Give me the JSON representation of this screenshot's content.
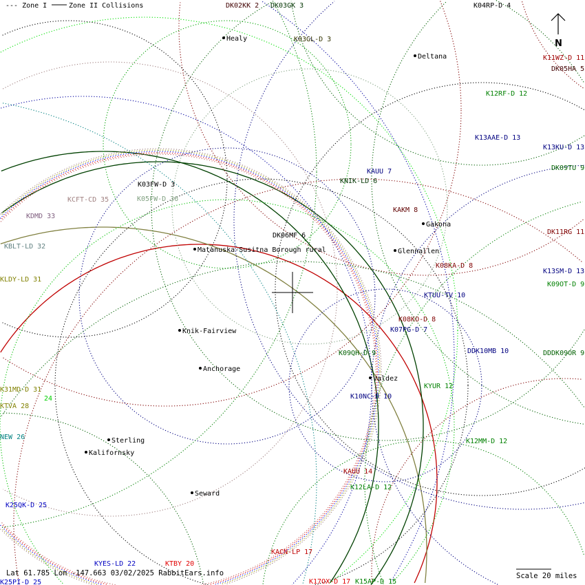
{
  "legend": {
    "zone1": "--- Zone I",
    "zone2": "Zone II Collisions"
  },
  "compass": {
    "label": "N"
  },
  "stations": [
    {
      "label": "DK02KK 2",
      "color": "#400000"
    },
    {
      "label": "DK03GK 3",
      "color": "#003300"
    },
    {
      "label": "K04RP-D 4",
      "color": "#000000"
    },
    {
      "label": "K03GL-D 3",
      "color": "#333300"
    },
    {
      "label": "K11WZ-D 11",
      "color": "#a00000"
    },
    {
      "label": "DK05HA 5",
      "color": "#400000"
    },
    {
      "label": "K12RF-D 12",
      "color": "#008000"
    },
    {
      "label": "K13AAE-D 13",
      "color": "#000080"
    },
    {
      "label": "K13KU-D 13",
      "color": "#000080"
    },
    {
      "label": "DK09TU 9",
      "color": "#006000"
    },
    {
      "label": "KAUU 7",
      "color": "#000080"
    },
    {
      "label": "KNIK-LD 6",
      "color": "#003300"
    },
    {
      "label": "K03FW-D 3",
      "color": "#000000"
    },
    {
      "label": "KCFT-CD 35",
      "color": "#a08080"
    },
    {
      "label": "K05FW-D 36",
      "color": "#80a080"
    },
    {
      "label": "KAKM 8",
      "color": "#600000"
    },
    {
      "label": "KDMD 33",
      "color": "#806080"
    },
    {
      "label": "DK11RG 11",
      "color": "#800000"
    },
    {
      "label": "DK06MF 6",
      "color": "#000000"
    },
    {
      "label": "KBLT-LD 32",
      "color": "#608080"
    },
    {
      "label": "K08KA-D 8",
      "color": "#800000"
    },
    {
      "label": "K13SM-D 13",
      "color": "#000080"
    },
    {
      "label": "K09OT-D 9",
      "color": "#008000"
    },
    {
      "label": "KLDY-LD 31",
      "color": "#808000"
    },
    {
      "label": "KTUU-TV 10",
      "color": "#000080"
    },
    {
      "label": "K08KO-D 8",
      "color": "#800000"
    },
    {
      "label": "K07PG-D 7",
      "color": "#000080"
    },
    {
      "label": "K09QH-D 9",
      "color": "#006000"
    },
    {
      "label": "DDK10MB 10",
      "color": "#000080"
    },
    {
      "label": "DDDK09OR 9",
      "color": "#006000"
    },
    {
      "label": "24",
      "color": "#00d000"
    },
    {
      "label": "K31MD-D 31",
      "color": "#808000"
    },
    {
      "label": "KYUR 12",
      "color": "#008000"
    },
    {
      "label": "K10NC-D 10",
      "color": "#000080"
    },
    {
      "label": "KTVA 28",
      "color": "#808000"
    },
    {
      "label": "NEW 26",
      "color": "#008080"
    },
    {
      "label": "K12MM-D 12",
      "color": "#008000"
    },
    {
      "label": "KAUU 14",
      "color": "#a00000"
    },
    {
      "label": "K12LA-D 12",
      "color": "#008000"
    },
    {
      "label": "K25QK-D 25",
      "color": "#0000c0"
    },
    {
      "label": "KACN-LP 17",
      "color": "#c00000"
    },
    {
      "label": "KYES-LD 22",
      "color": "#0000c0"
    },
    {
      "label": "KTBY 20",
      "color": "#e00000"
    },
    {
      "label": "K25PI-D 25",
      "color": "#0000c0"
    },
    {
      "label": "K17OX-D 17",
      "color": "#e00000"
    },
    {
      "label": "K15AP-D 15",
      "color": "#008000"
    }
  ],
  "cities": [
    "Healy",
    "Deltana",
    "Gakona",
    "Matanuska-Susitna Borough rural",
    "Glennallen",
    "Knik-Fairview",
    "Anchorage",
    "Valdez",
    "Sterling",
    "Kalifornsky",
    "Seward"
  ],
  "footer": {
    "info": "Lat 61.785 Lon -147.663 03/02/2025 RabbitEars.info",
    "scale": "Scale 20 miles"
  }
}
